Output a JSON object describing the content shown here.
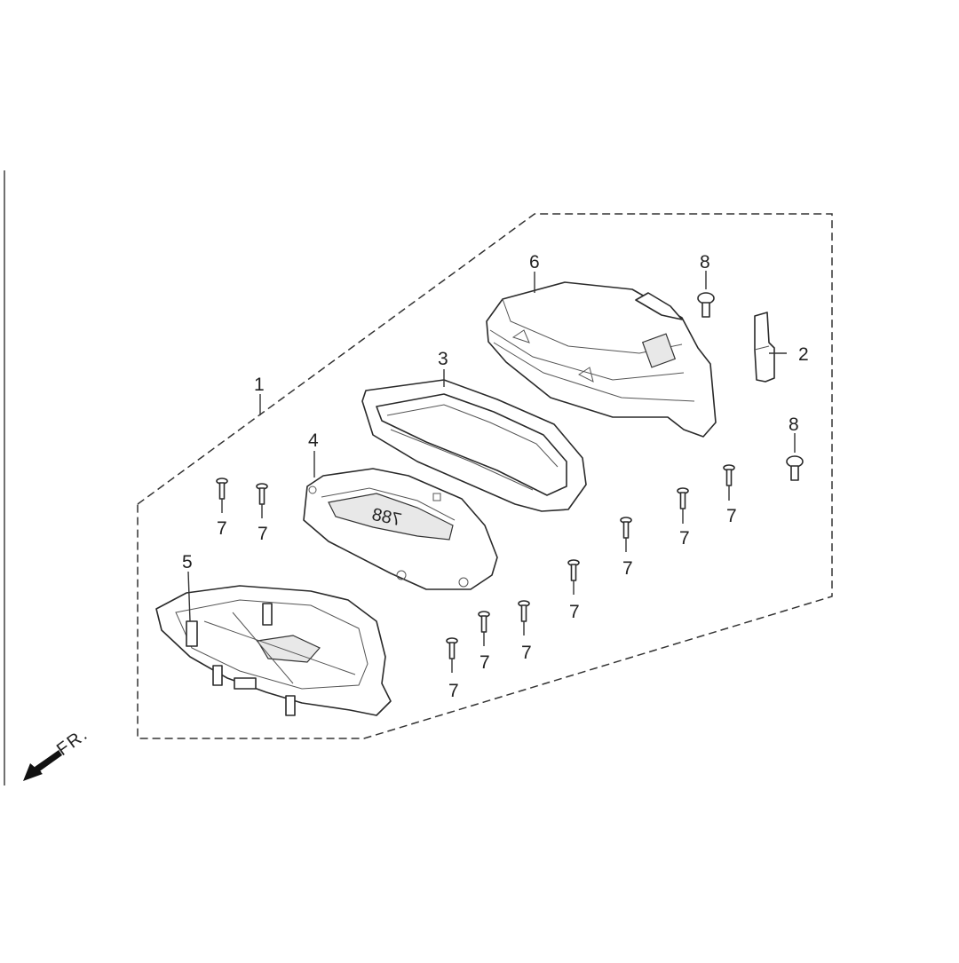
{
  "callouts": {
    "c1": "1",
    "c2": "2",
    "c3": "3",
    "c4": "4",
    "c5": "5",
    "c6": "6",
    "c7": "7",
    "c8": "8"
  },
  "direction": {
    "label": "FR."
  },
  "panel_digits": "788"
}
